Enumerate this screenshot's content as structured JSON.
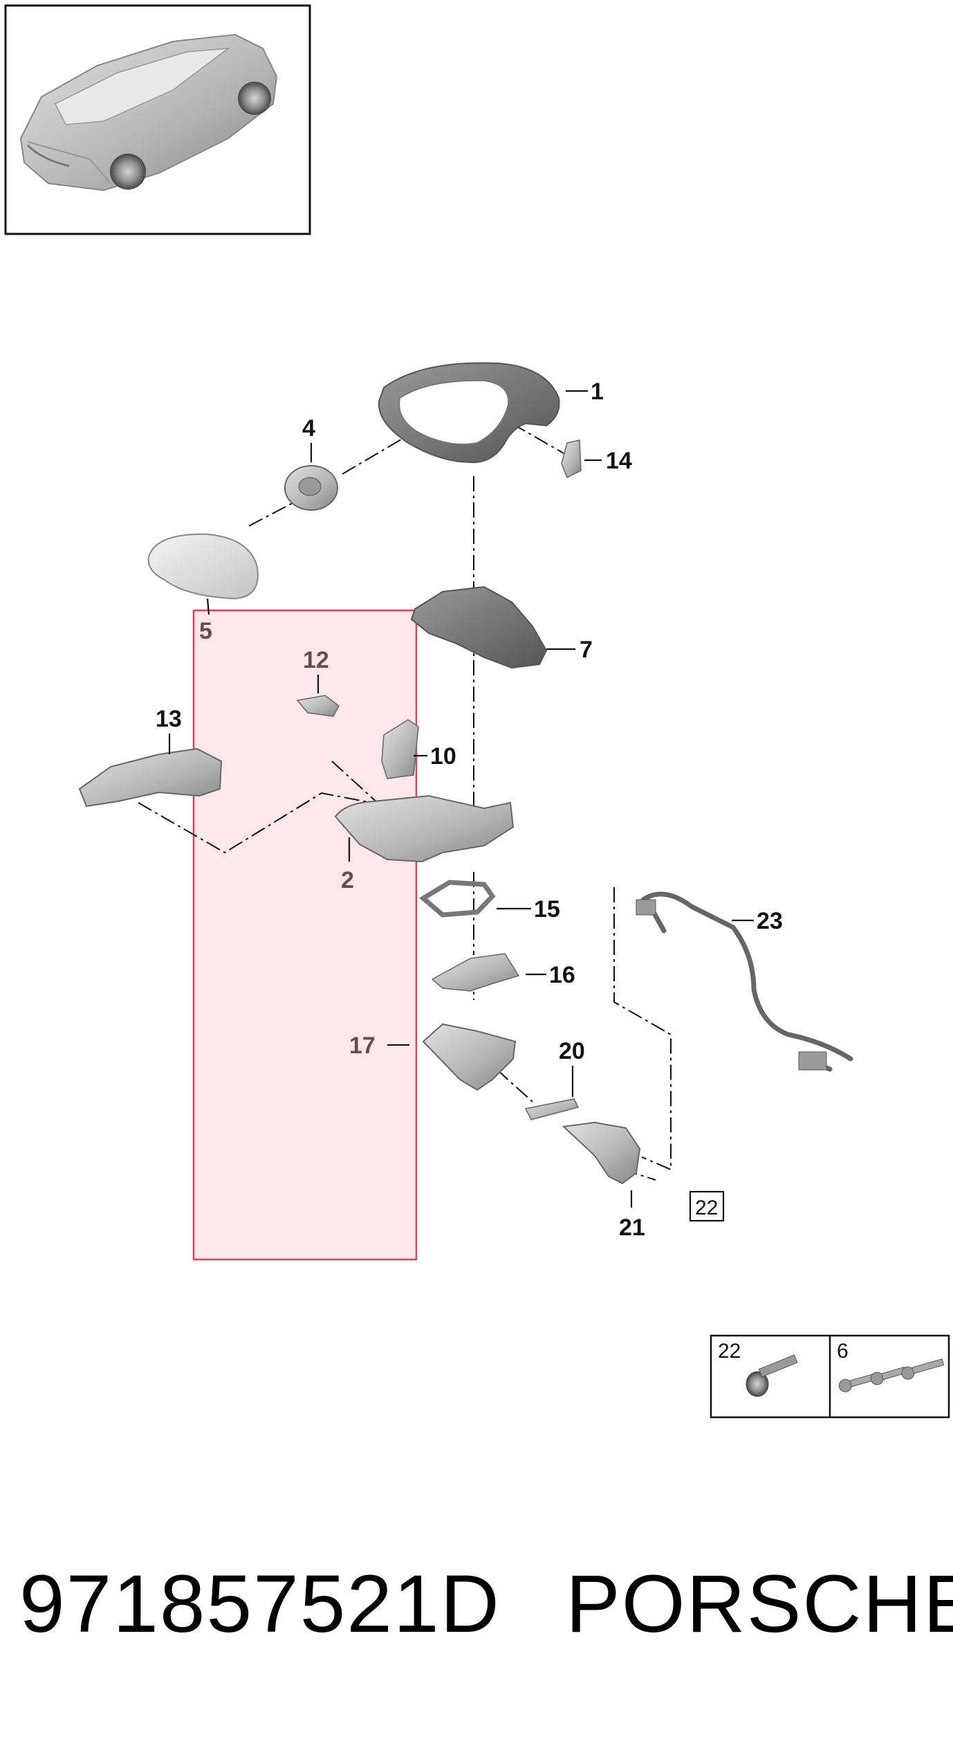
{
  "callouts": {
    "c1": "1",
    "c2": "2",
    "c4": "4",
    "c5": "5",
    "c7": "7",
    "c10": "10",
    "c12": "12",
    "c13": "13",
    "c14": "14",
    "c15": "15",
    "c16": "16",
    "c17": "17",
    "c20": "20",
    "c21": "21",
    "c22": "22",
    "c23": "23"
  },
  "hardware_box": {
    "left_label": "22",
    "right_label": "6"
  },
  "footer": {
    "part_number": "971857521D",
    "brand": "PORSCHE"
  },
  "colors": {
    "highlight_fill": "#fde3e8",
    "highlight_stroke": "#d9465a",
    "line": "#111111",
    "part_fill": "#bdbdbd",
    "part_dark": "#7d7d7d"
  }
}
